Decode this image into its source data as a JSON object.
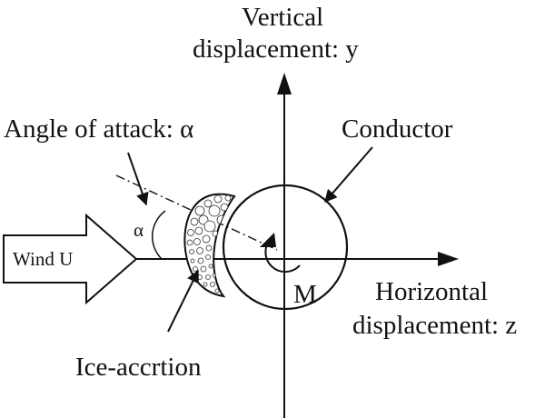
{
  "labels": {
    "vertical_line1": "Vertical",
    "vertical_line2": "displacement: y",
    "horizontal_line1": "Horizontal",
    "horizontal_line2": "displacement: z",
    "angle_of_attack": "Angle of attack: α",
    "conductor": "Conductor",
    "wind": "Wind U",
    "alpha": "α",
    "moment": "M",
    "ice": "Ice-accrtion"
  }
}
